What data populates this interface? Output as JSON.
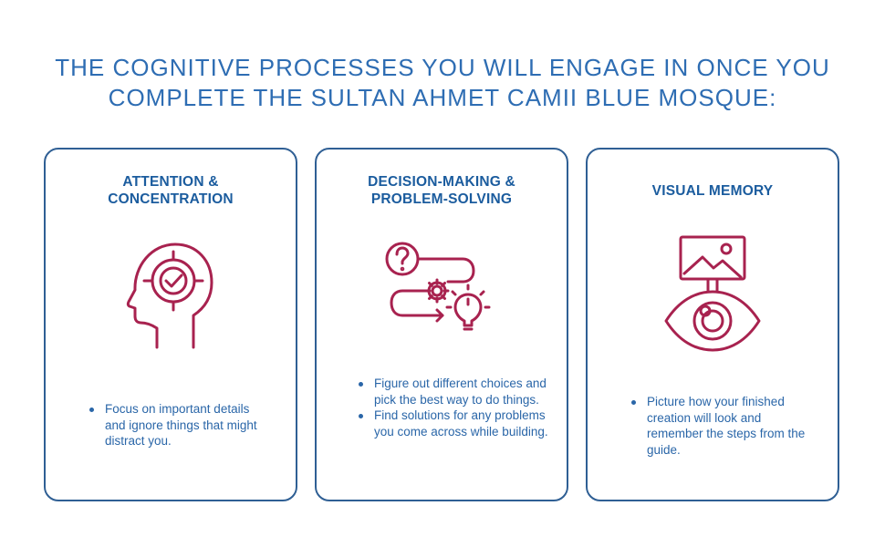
{
  "title": {
    "line1": "THE COGNITIVE PROCESSES YOU WILL ENGAGE IN ONCE YOU",
    "line2": "COMPLETE THE SULTAN AHMET CAMII BLUE MOSQUE:"
  },
  "colors": {
    "title": "#2e6db3",
    "heading": "#1b5c9e",
    "border": "#2f5f94",
    "icon": "#a8224f",
    "text": "#2a66a8"
  },
  "cards": [
    {
      "heading": [
        "ATTENTION &",
        "CONCENTRATION"
      ],
      "icon": "head-target-check-icon",
      "bullets": [
        "Focus on important details and ignore things that might distract you."
      ]
    },
    {
      "heading": [
        "DECISION-MAKING &",
        "PROBLEM-SOLVING"
      ],
      "icon": "question-gear-lightbulb-icon",
      "bullets": [
        "Figure out different choices and pick the best way to do things.",
        "Find solutions for any problems you come across while building."
      ]
    },
    {
      "heading": [
        "VISUAL MEMORY"
      ],
      "icon": "picture-eye-icon",
      "bullets": [
        "Picture how your finished creation will look and remember the steps from the guide."
      ]
    }
  ]
}
